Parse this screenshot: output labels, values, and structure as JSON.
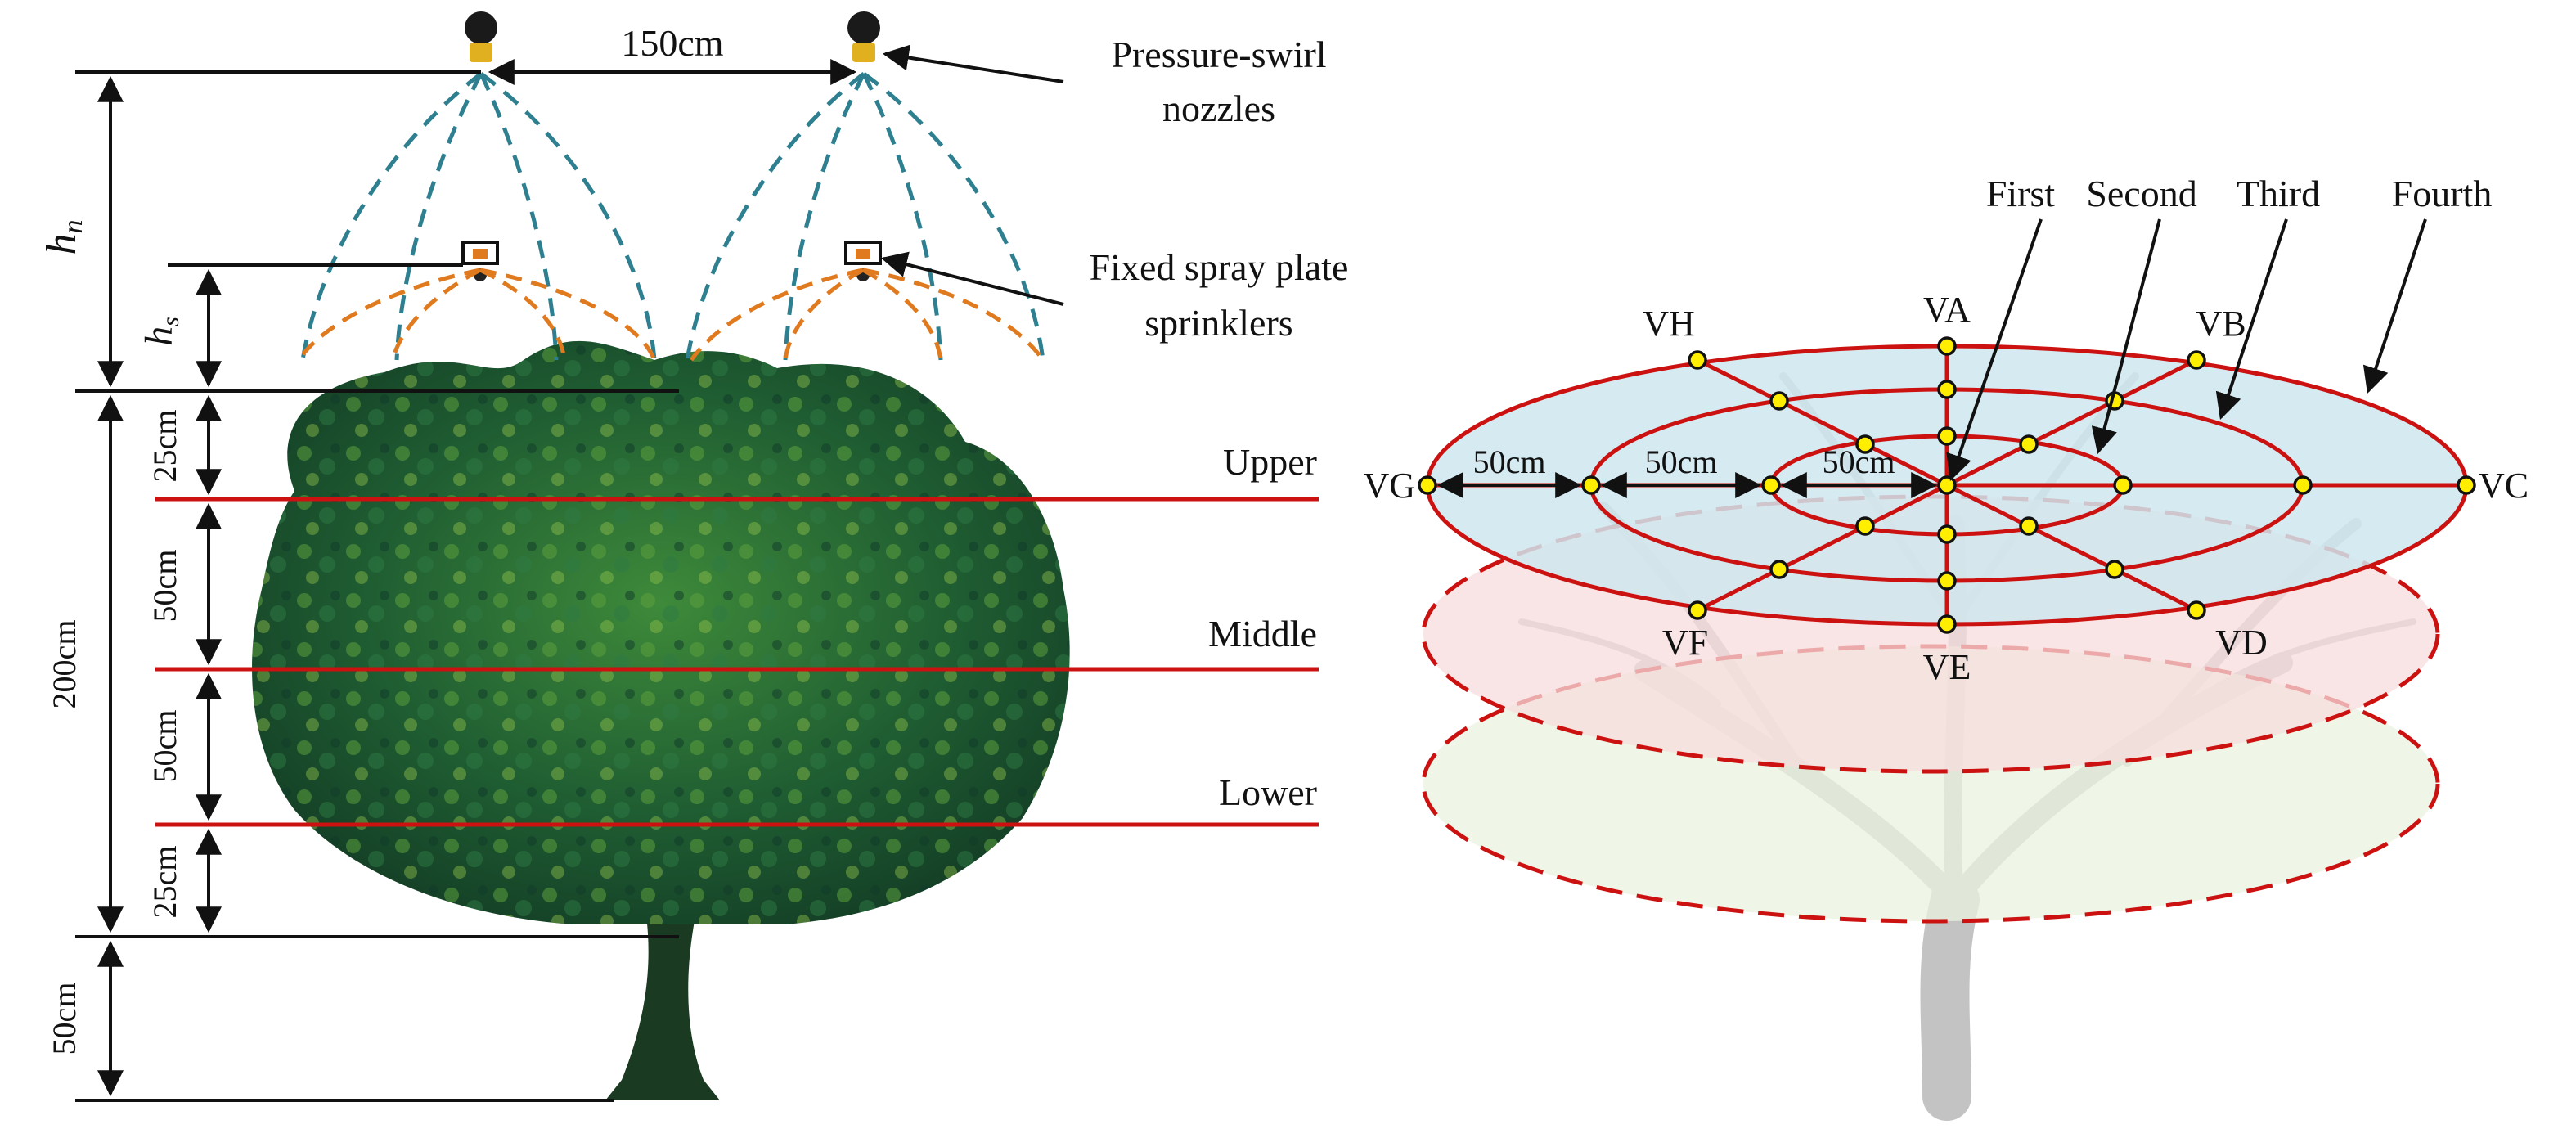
{
  "left": {
    "nozzle_spacing": "150cm",
    "nozzle_label_line1": "Pressure-swirl",
    "nozzle_label_line2": "nozzles",
    "sprinkler_label_line1": "Fixed spray plate",
    "sprinkler_label_line2": "sprinklers",
    "hn_main": "h",
    "hn_sub": "n",
    "hs_main": "h",
    "hs_sub": "s",
    "layers": [
      "Upper",
      "Middle",
      "Lower"
    ],
    "dims": {
      "canopy_total": "200cm",
      "top_gap": "25cm",
      "upper_mid": "50cm",
      "mid_low": "50cm",
      "bottom_gap": "25cm",
      "trunk": "50cm"
    }
  },
  "right": {
    "rings": [
      "First",
      "Second",
      "Third",
      "Fourth"
    ],
    "ring_spacing": [
      "50cm",
      "50cm",
      "50cm"
    ],
    "directions": {
      "VA": "VA",
      "VB": "VB",
      "VC": "VC",
      "VD": "VD",
      "VE": "VE",
      "VF": "VF",
      "VG": "VG",
      "VH": "VH"
    }
  },
  "colors": {
    "layer_line": "#cc1111",
    "nozzle_spray": "#2e7f8f",
    "sprinkler_spray": "#e07a1f",
    "disk_top": "#cfe6ee",
    "disk_mid": "#f7dcdc",
    "disk_low": "#e9f1df",
    "point_fill": "#ffee00"
  }
}
